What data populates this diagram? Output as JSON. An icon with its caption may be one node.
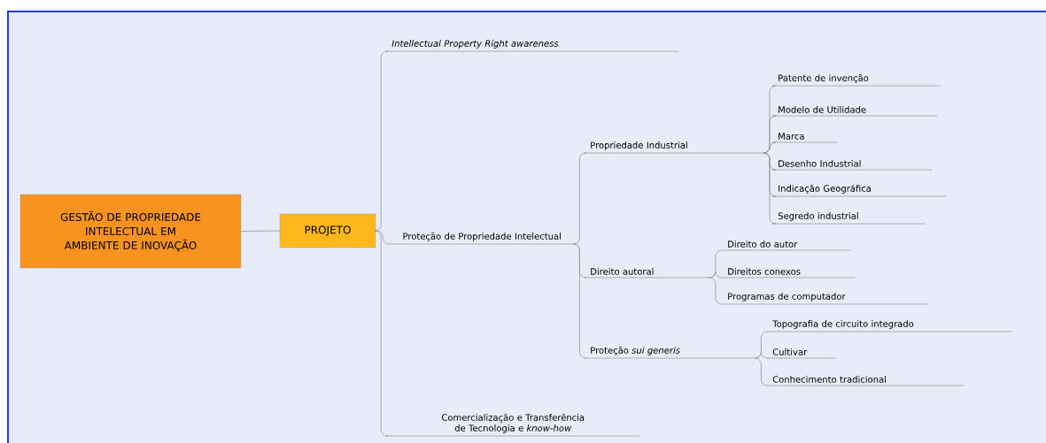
{
  "diagram": {
    "nodes": [
      {
        "text": [
          "GESTÃO DE PROPRIEDADE INTELECTUAL EM AMBIENTE DE INOVAÇÃO"
        ]
      },
      {
        "text": [
          "PROJETO"
        ]
      },
      {
        "text": [
          "Intellectual Property Right awareness"
        ]
      },
      {
        "text": [
          "Proteção de Propriedade Intelectual"
        ]
      },
      {
        "text": [
          "Propriedade Industrial"
        ]
      },
      {
        "text": [
          "Patente de invenção"
        ]
      },
      {
        "text": [
          "Modelo de Utilidade"
        ]
      },
      {
        "text": [
          "Marca"
        ]
      },
      {
        "text": [
          "Desenho Industrial"
        ]
      },
      {
        "text": [
          "Indicação Geográfica"
        ]
      },
      {
        "text": [
          "Segredo industrial"
        ]
      },
      {
        "text": [
          "Direito autoral"
        ]
      },
      {
        "text": [
          "Direito do autor"
        ]
      },
      {
        "text": [
          "Direitos conexos"
        ]
      },
      {
        "text": [
          "Programas de computador"
        ]
      },
      {
        "text": [
          "Proteção *sui generis*"
        ]
      },
      {
        "text": [
          "Topografia de circuito integrado"
        ]
      },
      {
        "text": [
          "Cultivar"
        ]
      },
      {
        "text": [
          "Conhecimento tradicional"
        ]
      },
      {
        "text": [
          "Comercialização e Transferência de Tecnologia e *know-how*"
        ]
      }
    ],
    "edges": [
      {
        "from": 0,
        "to": 1,
        "arrow": "none"
      },
      {
        "from": 1,
        "to": 2,
        "arrow": "none"
      },
      {
        "from": 1,
        "to": 3,
        "arrow": "none"
      },
      {
        "from": 1,
        "to": 19,
        "arrow": "none"
      },
      {
        "from": 3,
        "to": 4,
        "arrow": "none"
      },
      {
        "from": 3,
        "to": 11,
        "arrow": "none"
      },
      {
        "from": 3,
        "to": 15,
        "arrow": "none"
      },
      {
        "from": 4,
        "to": 5,
        "arrow": "none"
      },
      {
        "from": 4,
        "to": 6,
        "arrow": "none"
      },
      {
        "from": 4,
        "to": 7,
        "arrow": "none"
      },
      {
        "from": 4,
        "to": 8,
        "arrow": "none"
      },
      {
        "from": 4,
        "to": 9,
        "arrow": "none"
      },
      {
        "from": 4,
        "to": 10,
        "arrow": "none"
      },
      {
        "from": 11,
        "to": 12,
        "arrow": "none"
      },
      {
        "from": 11,
        "to": 13,
        "arrow": "none"
      },
      {
        "from": 11,
        "to": 14,
        "arrow": "none"
      },
      {
        "from": 15,
        "to": 16,
        "arrow": "none"
      },
      {
        "from": 15,
        "to": 17,
        "arrow": "none"
      },
      {
        "from": 15,
        "to": 18,
        "arrow": "none"
      }
    ]
  }
}
